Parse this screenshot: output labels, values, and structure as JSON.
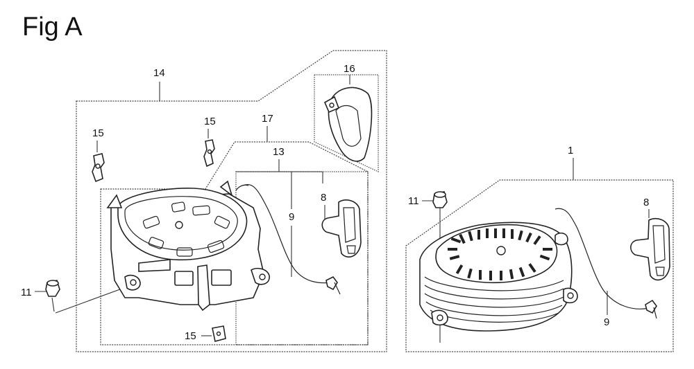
{
  "figure": {
    "title": "Fig A"
  },
  "callouts": {
    "c14": "14",
    "c15a": "15",
    "c15b": "15",
    "c15c": "15",
    "c16": "16",
    "c17": "17",
    "c13": "13",
    "c9a": "9",
    "c8a": "8",
    "c11a": "11",
    "c1": "1",
    "c11b": "11",
    "c8b": "8",
    "c9b": "9"
  },
  "colors": {
    "line": "#222222",
    "background": "#ffffff"
  }
}
